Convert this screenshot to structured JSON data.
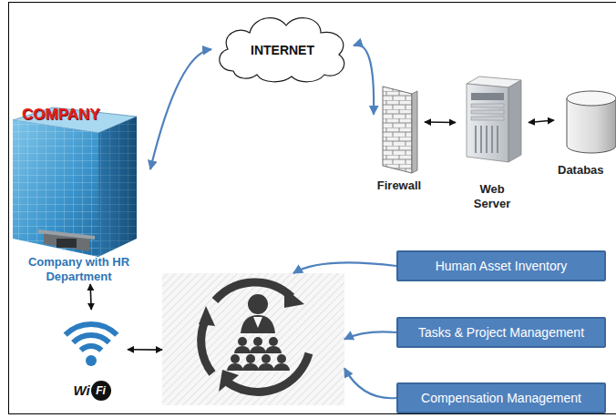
{
  "diagram": {
    "nodes": [
      {
        "text": [
          "INTERNET"
        ]
      },
      {
        "text": [
          "Firewall"
        ]
      },
      {
        "text": [
          "Web Server"
        ]
      },
      {
        "text": [
          "Databas"
        ]
      },
      {
        "text": [
          "COMPANY",
          "Company with HR Department"
        ]
      },
      {
        "text": [
          "Wi",
          "Fi"
        ]
      },
      {
        "text": []
      },
      {
        "text": [
          "Human Asset Inventory"
        ]
      },
      {
        "text": [
          "Tasks & Project Management"
        ]
      },
      {
        "text": [
          "Compensation Management"
        ]
      }
    ],
    "edges": [
      {
        "from": 4,
        "to": 0,
        "arrow": "both"
      },
      {
        "from": 0,
        "to": 1,
        "arrow": "both"
      },
      {
        "from": 1,
        "to": 2,
        "arrow": "both"
      },
      {
        "from": 2,
        "to": 3,
        "arrow": "both"
      },
      {
        "from": 4,
        "to": 5,
        "arrow": "both"
      },
      {
        "from": 5,
        "to": 6,
        "arrow": "both"
      },
      {
        "from": 7,
        "to": 6,
        "arrow": "to"
      },
      {
        "from": 8,
        "to": 6,
        "arrow": "to"
      },
      {
        "from": 9,
        "to": 6,
        "arrow": "to"
      }
    ]
  }
}
